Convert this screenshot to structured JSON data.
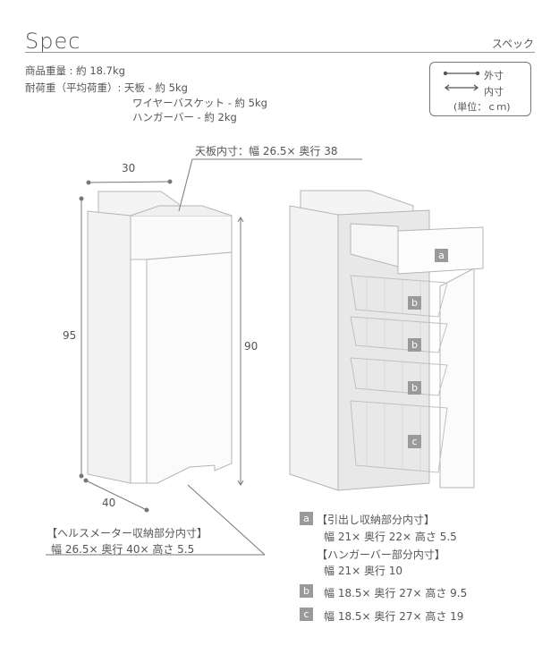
{
  "header": {
    "title": "Spec",
    "subtitle": "スペック"
  },
  "specs": {
    "weight": "商品重量 : 約 18.7kg",
    "load_label": "耐荷重（平均荷重）: 天板 - 約 5kg",
    "load_basket": "ワイヤーバスケット - 約 5kg",
    "load_hanger": "ハンガーバー - 約 2kg"
  },
  "legend": {
    "outer": "外寸",
    "inner": "内寸",
    "unit": "(単位：ｃｍ)"
  },
  "dimensions": {
    "top_inner": "天板内寸：幅 26.5× 奥行 38",
    "width": "30",
    "height_outer": "95",
    "height_inner": "90",
    "depth": "40"
  },
  "meter_box": {
    "heading": "【ヘルスメーター収納部分内寸】",
    "value": "幅 26.5× 奥行 40× 高さ 5.5"
  },
  "badges": {
    "a": "a",
    "b": "b",
    "c": "c"
  },
  "notes": {
    "a_heading": "【引出し収納部分内寸】",
    "a_value": "幅 21× 奥行 22× 高さ 5.5",
    "hanger_heading": "【ハンガーバー部分内寸】",
    "hanger_value": "幅 21× 奥行 10",
    "b_value": "幅 18.5× 奥行 27× 高さ 9.5",
    "c_value": "幅 18.5× 奥行 27× 高さ 19"
  },
  "colors": {
    "badge": "#9a9a9a",
    "line": "#777777",
    "panel": "#f3f3f3"
  }
}
